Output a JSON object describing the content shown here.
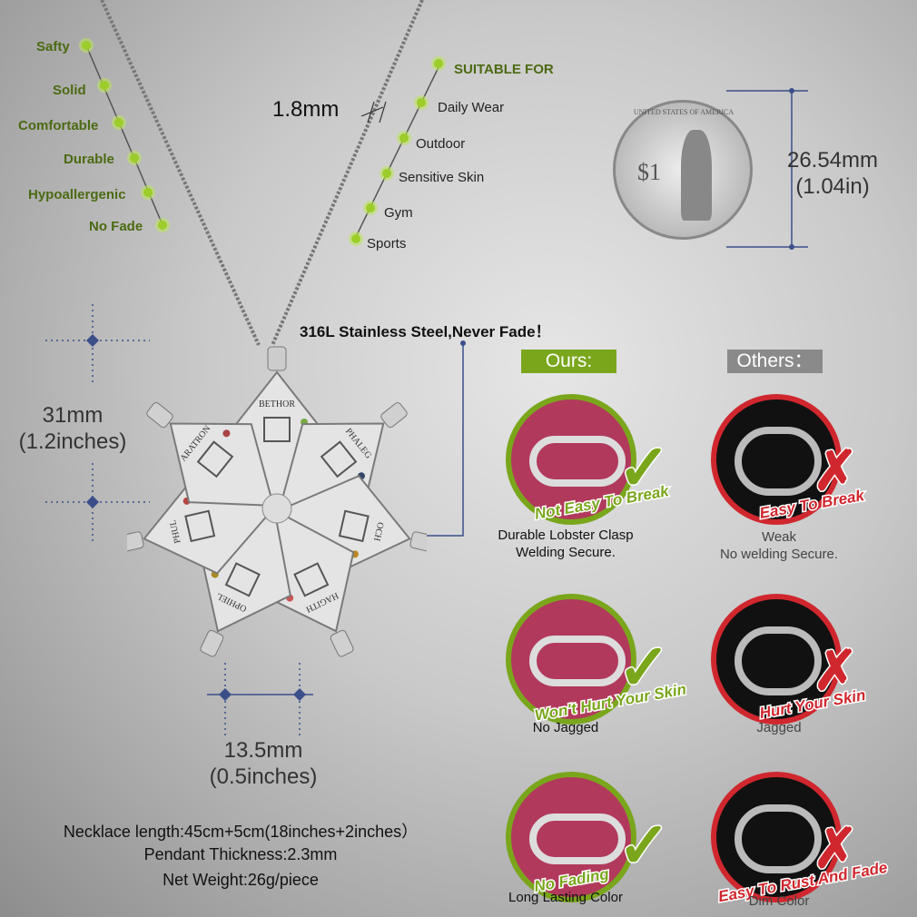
{
  "features": [
    "Safty",
    "Solid",
    "Comfortable",
    "Durable",
    "Hypoallergenic",
    "No Fade"
  ],
  "chain_width": "1.8mm",
  "suitable": {
    "title": "SUITABLE FOR",
    "items": [
      "Daily Wear",
      "Outdoor",
      "Sensitive Skin",
      "Gym",
      "Sports"
    ]
  },
  "coin": {
    "height_mm": "26.54mm",
    "height_in": "(1.04in)",
    "value": "$1",
    "inscription": "UNITED STATES OF AMERICA"
  },
  "material": "316L Stainless Steel,Never Fade！",
  "pendant": {
    "height_mm": "31mm",
    "height_in": "(1.2inches)",
    "width_mm": "13.5mm",
    "width_in": "(0.5inches)",
    "names": [
      "BETHOR",
      "PHALEG",
      "OCH",
      "HAGITH",
      "OPHIEL",
      "PHUL",
      "ARATRON"
    ]
  },
  "compare": {
    "ours_label": "Ours:",
    "others_label": "Others：",
    "rows": [
      {
        "ours_tag": "Not Easy To Break",
        "ours_caption": "Durable Lobster Clasp\nWelding Secure.",
        "others_tag": "Easy To Break",
        "others_caption": "Weak\nNo welding Secure."
      },
      {
        "ours_tag": "Won't Hurt Your Skin",
        "ours_caption": "No Jagged",
        "others_tag": "Hurt Your Skin",
        "others_caption": "Jagged"
      },
      {
        "ours_tag": "No Fading",
        "ours_caption": "Long Lasting Color",
        "others_tag": "Easy To Rust And Fade",
        "others_caption": "Dim Color"
      }
    ]
  },
  "specs": [
    "Necklace length:45cm+5cm(18inches+2inches）",
    "Pendant Thickness:2.3mm",
    "Net Weight:26g/piece"
  ],
  "colors": {
    "green": "#7aa61c",
    "gray": "#8a8a8a",
    "red": "#d0272e",
    "ours_bg": "#b13a5c",
    "others_bg": "#111111"
  }
}
